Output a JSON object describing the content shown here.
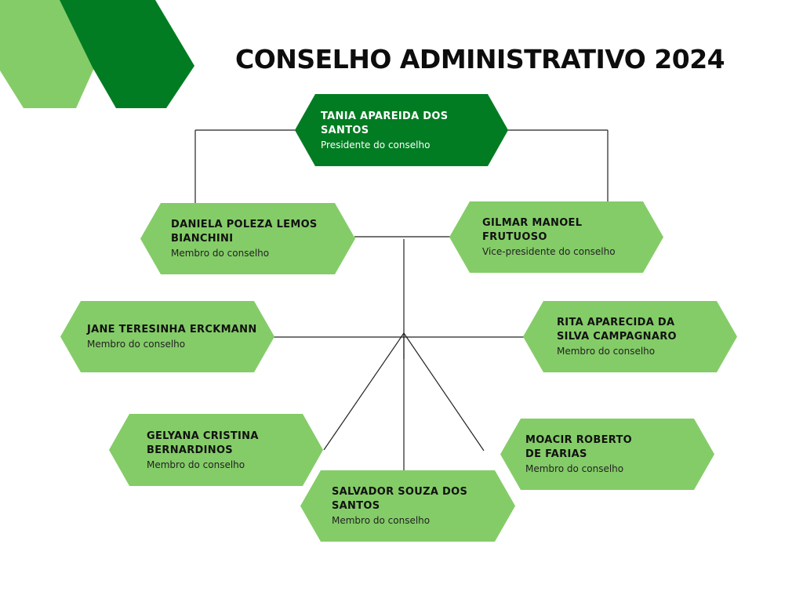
{
  "title": "CONSELHO ADMINISTRATIVO 2024",
  "colors": {
    "dark_green": "#017c22",
    "light_green": "#84cc68",
    "line": "#222222"
  },
  "decor_icons": [
    "hexagon-light-green",
    "parallelogram-dark-green"
  ],
  "members": [
    {
      "id": "tania",
      "name": "TANIA APAREIDA DOS SANTOS",
      "role": "Presidente do conselho"
    },
    {
      "id": "daniela",
      "name": "DANIELA POLEZA LEMOS BIANCHINI",
      "role": "Membro do conselho"
    },
    {
      "id": "gilmar",
      "name": "GILMAR MANOEL FRUTUOSO",
      "role": "Vice-presidente do conselho"
    },
    {
      "id": "jane",
      "name": "JANE TERESINHA ERCKMANN",
      "role": "Membro do conselho"
    },
    {
      "id": "rita",
      "name": "RITA APARECIDA DA SILVA CAMPAGNARO",
      "role": "Membro do conselho"
    },
    {
      "id": "gelyana",
      "name": "GELYANA CRISTINA BERNARDINOS",
      "role": "Membro do conselho"
    },
    {
      "id": "moacir",
      "name": "MOACIR ROBERTO DE FARIAS",
      "role": "Membro do conselho"
    },
    {
      "id": "salvador",
      "name": "SALVADOR SOUZA DOS SANTOS",
      "role": "Membro do conselho"
    }
  ]
}
